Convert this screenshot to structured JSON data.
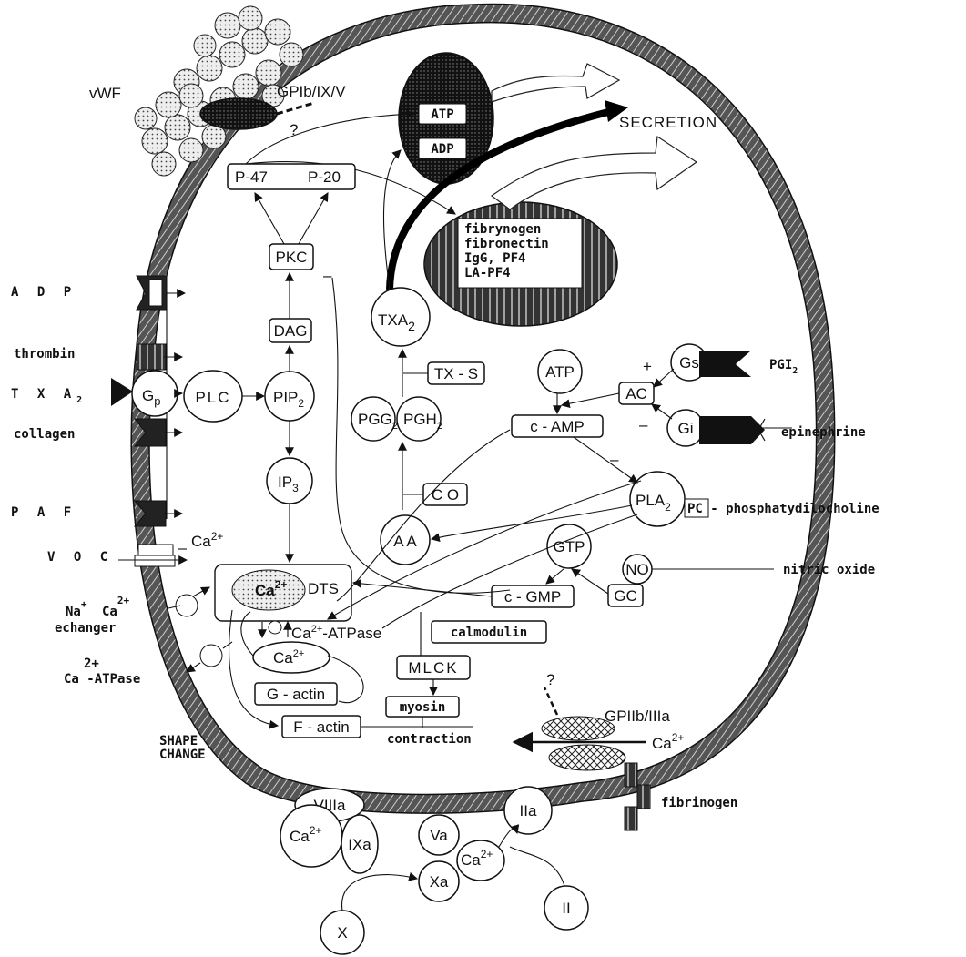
{
  "ligands": {
    "vwf": "vWF",
    "adp": "A D P",
    "thrombin": "thrombin",
    "txa2_prefix": "T X A",
    "txa2_sub": "2",
    "collagen": "collagen",
    "paf": "P A F",
    "voc": "V O C",
    "pgi2": "PGI",
    "pgi2_sub": "2",
    "epinephrine": "epinephrine",
    "nitric_oxide": "nitric oxide",
    "pc": "PC - phosphatydilocholine"
  },
  "receptors": {
    "gpib": "GPIb/IX/V",
    "gpiib": "GPIIb/IIIa",
    "question1": "?",
    "question2": "?"
  },
  "exchangers": {
    "na": "Na",
    "na_sup": "+",
    "ca": "Ca",
    "ca_sup": "2+",
    "echanger": "echanger",
    "atpase_sup": "2+",
    "atpase": "Ca -ATPase",
    "voc_ca": "Ca",
    "voc_ca_sup": "2+"
  },
  "granules": {
    "atp": "ATP",
    "adp": "ADP",
    "alpha_lines": [
      "fibrynogen",
      "fibronectin",
      "IgG, PF4",
      "LA-PF4"
    ],
    "secretion": "SECRETION"
  },
  "signaling": {
    "p47": "P-47",
    "p20": "P-20",
    "pkc": "PKC",
    "pkc_minus": "–",
    "dag": "DAG",
    "pip2": "PIP",
    "pip2_sub": "2",
    "ip3": "IP",
    "ip3_sub": "3",
    "gp": "G",
    "gp_sub": "p",
    "plc": "PLC",
    "ca_dts": "Ca",
    "ca_dts_sup": "2+",
    "dts": "DTS",
    "ca_atpase": "Ca",
    "ca_atpase_sup": "2+",
    "ca_atpase_suffix": "-ATPase",
    "ca_cyto": "Ca",
    "ca_cyto_sup": "2+",
    "g_actin": "G - actin",
    "f_actin": "F - actin",
    "shape_change_1": "SHAPE",
    "shape_change_2": "CHANGE"
  },
  "arachidonic": {
    "txa2": "TXA",
    "txa2_sub": "2",
    "txs": "TX - S",
    "pgg2": "PGG",
    "pgg2_sub": "2",
    "pgh2": "PGH",
    "pgh2_sub": "2",
    "co": "C O",
    "aa": "A A",
    "pla2": "PLA",
    "pla2_sub": "2"
  },
  "camp_path": {
    "atp": "ATP",
    "ac": "AC",
    "gs": "Gs",
    "gi": "Gi",
    "camp": "c - AMP",
    "plus": "+",
    "minus": "–",
    "minus2": "–"
  },
  "cgmp_path": {
    "gtp": "GTP",
    "gc": "GC",
    "no": "NO",
    "cgmp": "c - GMP"
  },
  "contraction": {
    "calmodulin": "calmodulin",
    "mlck": "MLCK",
    "myosin": "myosin",
    "contraction": "contraction",
    "ca_in": "Ca",
    "ca_in_sup": "2+",
    "fibrinogen": "fibrinogen"
  },
  "coagulation": {
    "viiia": "VIIIa",
    "ca1": "Ca",
    "ca1_sup": "2+",
    "ixa": "IXa",
    "va": "Va",
    "xa": "Xa",
    "ca2": "Ca",
    "ca2_sup": "2+",
    "iia": "IIa",
    "x": "X",
    "ii": "II"
  }
}
